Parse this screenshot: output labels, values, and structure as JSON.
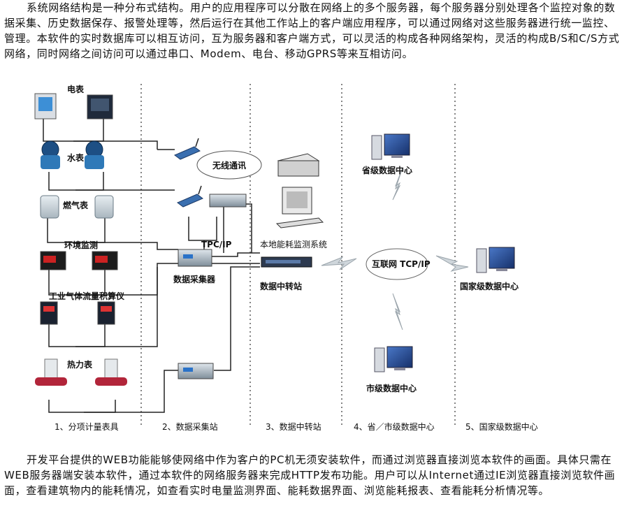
{
  "intro_text": "系统网络结构是一种分布式结构。用户的应用程序可以分散在网络上的多个服务器，每个服务器分别处理各个监控对象的数据采集、历史数据保存、报警处理等，然后运行在其他工作站上的客户端应用程序，可以通过网络对这些服务器进行统一监控、管理。本软件的实时数据库可以相互访问，互为服务器和客户端方式，可以灵活的构成各种网络架构，灵活的构成B/S和C/S方式网络，同时网络之间访问可以通过串口、Modem、电台、移动GPRS等来互相访问。",
  "outro_text": "开发平台提供的WEB功能能够使网络中作为客户的PC机无须安装软件，而通过浏览器直接浏览本软件的画面。具体只需在WEB服务器端安装本软件，通过本软件的网络服务器来完成HTTP发布功能。用户可以从Internet通过IE浏览器直接浏览软件画面，查看建筑物内的能耗情况，如查看实时电量监测界面、能耗数据界面、浏览能耗报表、查看能耗分析情况等。",
  "diagram": {
    "devices": {
      "electric_meter": "电表",
      "water_meter": "水表",
      "gas_meter": "燃气表",
      "env_monitor": "环境监测",
      "gas_flow": "工业气体流量积算仪",
      "heat_meter": "热力表"
    },
    "wireless": "无线通讯",
    "tcpip": "TPC/IP",
    "collector": "数据采集器",
    "local_system": "本地能耗监测系统",
    "relay_station": "数据中转站",
    "internet": "互联网 TCP/IP",
    "province_center": "省级数据中心",
    "city_center": "市级数据中心",
    "national_center": "国家级数据中心",
    "columns": [
      "1、分项计量表具",
      "2、数据采集站",
      "3、数据中转站",
      "4、省／市级数据中心",
      "5、国家级数据中心"
    ]
  }
}
